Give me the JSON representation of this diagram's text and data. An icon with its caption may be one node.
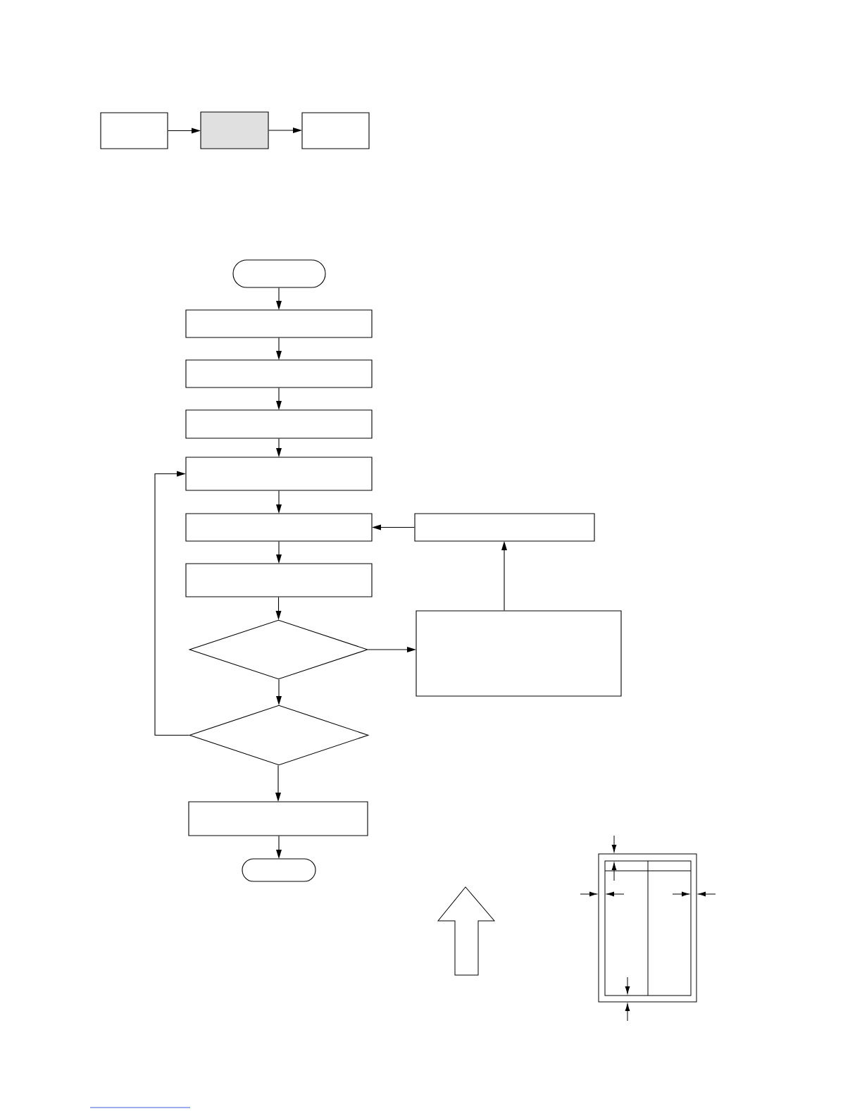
{
  "diagram": {
    "nodes": [
      {
        "text": [],
        "shape": "box"
      },
      {
        "text": [],
        "shape": "box"
      },
      {
        "text": [],
        "shape": "box"
      },
      {
        "text": [],
        "shape": "terminal"
      },
      {
        "text": [],
        "shape": "box"
      },
      {
        "text": [],
        "shape": "box"
      },
      {
        "text": [],
        "shape": "box"
      },
      {
        "text": [],
        "shape": "box"
      },
      {
        "text": [],
        "shape": "box"
      },
      {
        "text": [],
        "shape": "box"
      },
      {
        "text": [],
        "shape": "box"
      },
      {
        "text": [],
        "shape": "diamond"
      },
      {
        "text": [],
        "shape": "box"
      },
      {
        "text": [],
        "shape": "diamond"
      },
      {
        "text": [],
        "shape": "box"
      },
      {
        "text": [],
        "shape": "terminal"
      }
    ],
    "edges": [
      {
        "from": 0,
        "to": 1,
        "arrow": "to"
      },
      {
        "from": 1,
        "to": 2,
        "arrow": "to"
      },
      {
        "from": 3,
        "to": 4,
        "arrow": "to"
      },
      {
        "from": 4,
        "to": 5,
        "arrow": "to"
      },
      {
        "from": 5,
        "to": 6,
        "arrow": "to"
      },
      {
        "from": 6,
        "to": 7,
        "arrow": "to"
      },
      {
        "from": 7,
        "to": 8,
        "arrow": "to"
      },
      {
        "from": 9,
        "to": 8,
        "arrow": "to"
      },
      {
        "from": 8,
        "to": 10,
        "arrow": "to"
      },
      {
        "from": 10,
        "to": 11,
        "arrow": "to"
      },
      {
        "from": 11,
        "to": 12,
        "arrow": "to"
      },
      {
        "from": 12,
        "to": 9,
        "arrow": "to"
      },
      {
        "from": 11,
        "to": 13,
        "arrow": "to"
      },
      {
        "from": 13,
        "to": 7,
        "arrow": "to"
      },
      {
        "from": 13,
        "to": 14,
        "arrow": "to"
      },
      {
        "from": 14,
        "to": 15,
        "arrow": "to"
      }
    ]
  }
}
